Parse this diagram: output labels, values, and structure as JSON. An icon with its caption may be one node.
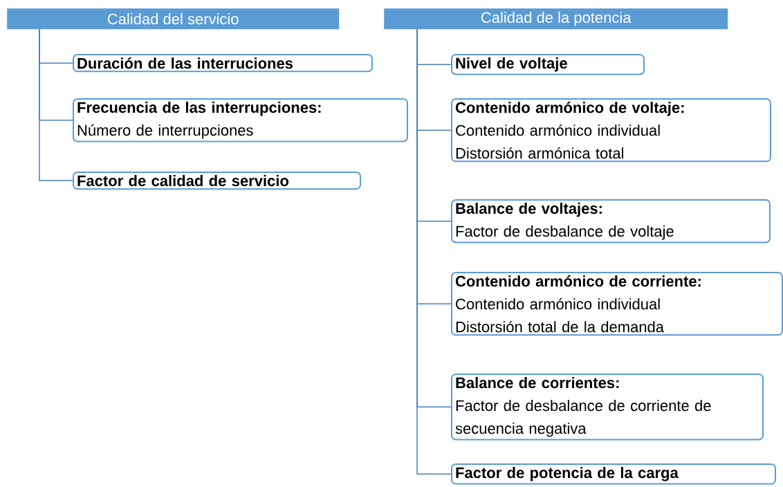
{
  "diagram": {
    "nodes": [
      {
        "text": [
          "Calidad del servicio"
        ]
      },
      {
        "text": [
          "Duración de las interruciones"
        ]
      },
      {
        "text": [
          "Frecuencia de las interrupciones:",
          "Número de interrupciones"
        ]
      },
      {
        "text": [
          "Factor de calidad de servicio"
        ]
      },
      {
        "text": [
          "Calidad de la potencia"
        ]
      },
      {
        "text": [
          "Nivel de voltaje"
        ]
      },
      {
        "text": [
          "Contenido armónico de voltaje:",
          "Contenido armónico individual",
          "Distorsión armónica total"
        ]
      },
      {
        "text": [
          "Balance de voltajes:",
          "Factor de desbalance de voltaje"
        ]
      },
      {
        "text": [
          "Contenido armónico de corriente:",
          "Contenido armónico individual",
          "Distorsión total de la demanda"
        ]
      },
      {
        "text": [
          "Balance de corrientes:",
          "Factor de desbalance de corriente de secuencia negativa"
        ]
      },
      {
        "text": [
          "Factor de potencia de la carga"
        ]
      }
    ],
    "edges": [
      {
        "from": 0,
        "to": 1,
        "arrow": "none"
      },
      {
        "from": 0,
        "to": 2,
        "arrow": "none"
      },
      {
        "from": 0,
        "to": 3,
        "arrow": "none"
      },
      {
        "from": 4,
        "to": 5,
        "arrow": "none"
      },
      {
        "from": 4,
        "to": 6,
        "arrow": "none"
      },
      {
        "from": 4,
        "to": 7,
        "arrow": "none"
      },
      {
        "from": 4,
        "to": 8,
        "arrow": "none"
      },
      {
        "from": 4,
        "to": 9,
        "arrow": "none"
      },
      {
        "from": 4,
        "to": 10,
        "arrow": "none"
      }
    ]
  }
}
